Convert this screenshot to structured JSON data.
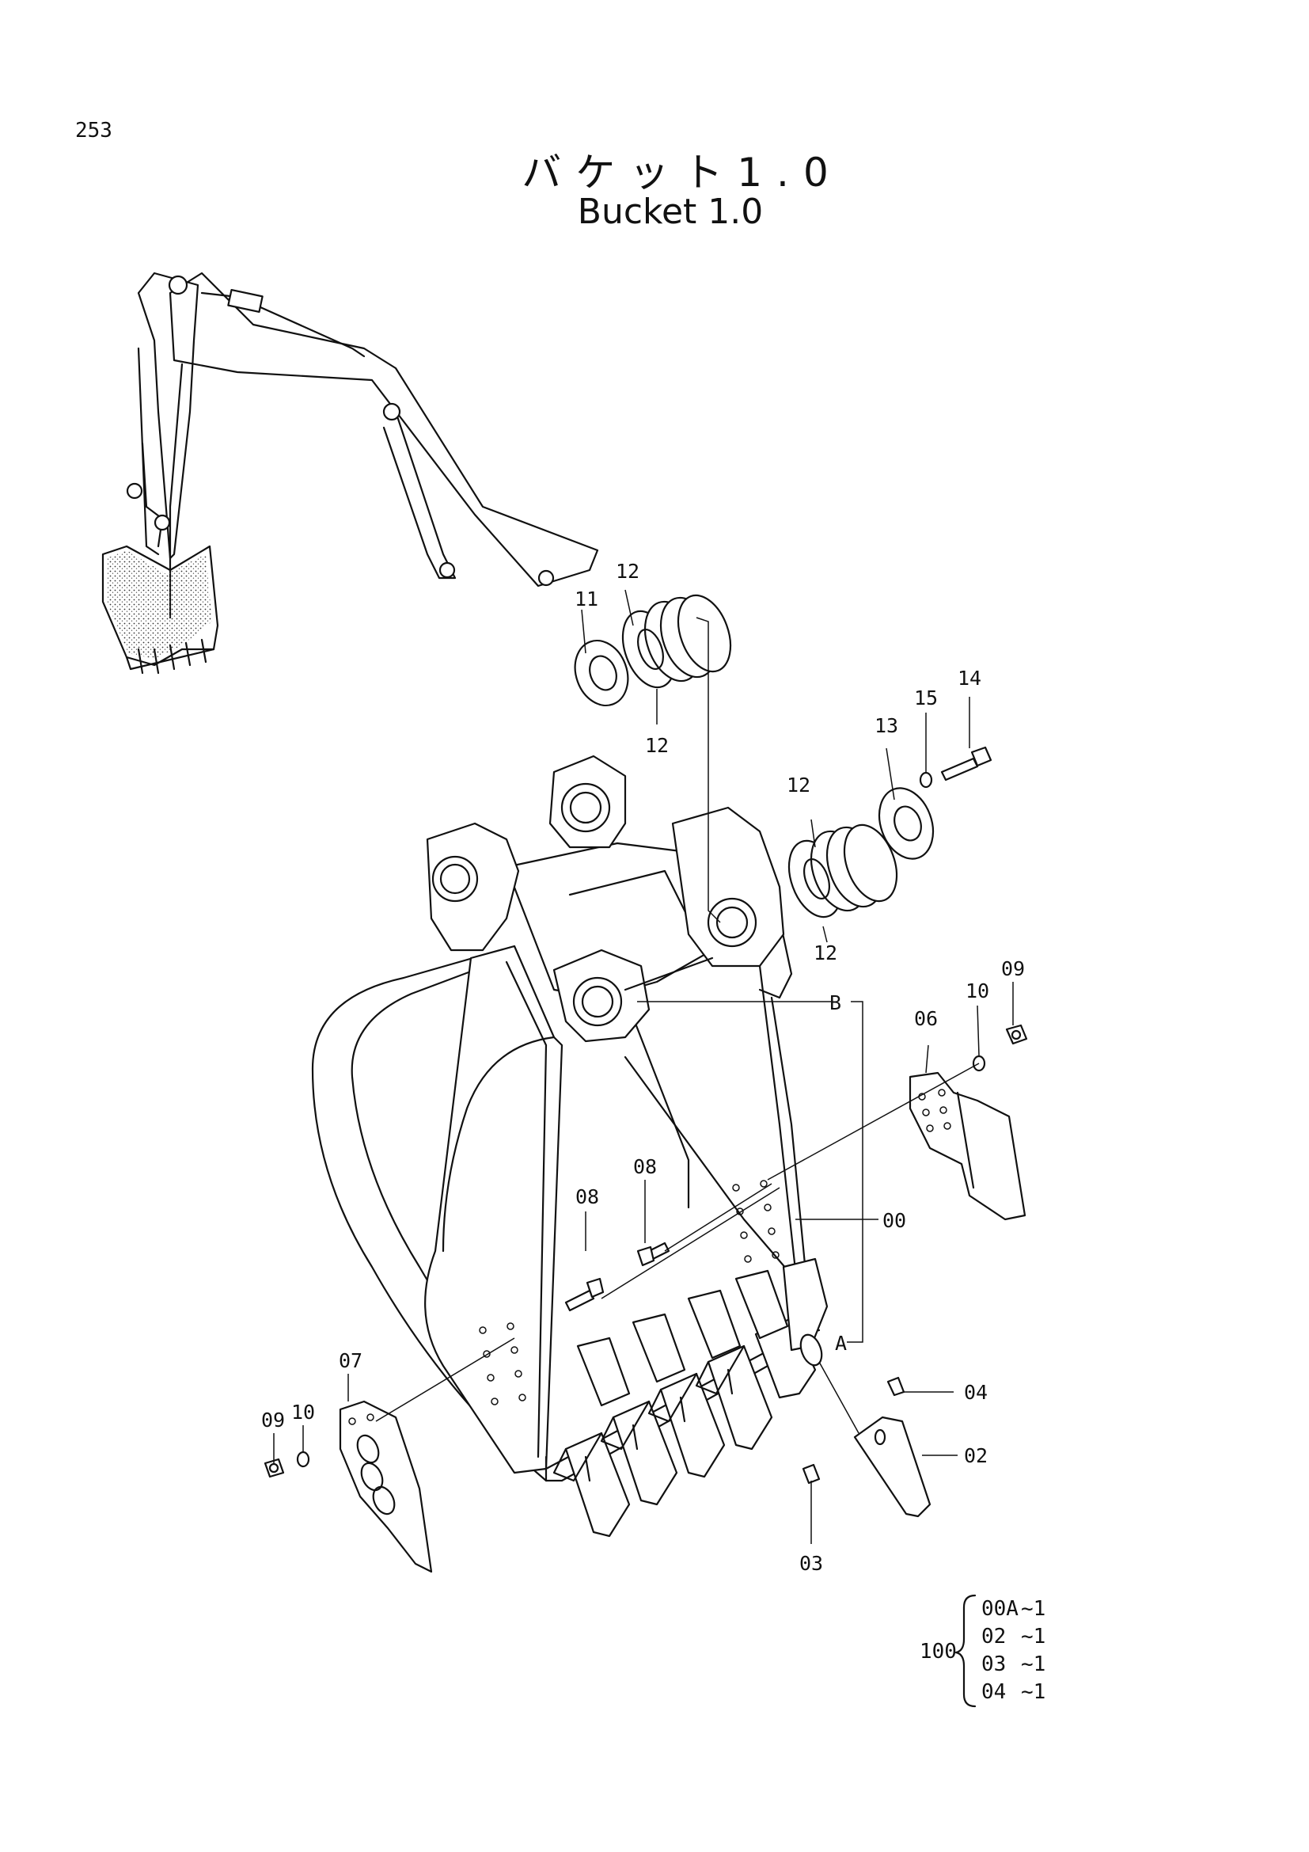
{
  "page_number": "253",
  "title_ja": "バケット1.0",
  "title_en": "Bucket 1.0",
  "callouts": {
    "p11": "11",
    "p12a": "12",
    "p12b": "12",
    "p12c": "12",
    "p12d": "12",
    "p13": "13",
    "p14": "14",
    "p15": "15",
    "p09a": "09",
    "p10a": "10",
    "p06": "06",
    "pB": "B",
    "p08a": "08",
    "p08b": "08",
    "p00": "00",
    "pA": "A",
    "p07": "07",
    "p10b": "10",
    "p09b": "09",
    "p04": "04",
    "p02": "02",
    "p03": "03"
  },
  "kit": {
    "number": "100",
    "lines": [
      {
        "code": "00A",
        "qty": "~1"
      },
      {
        "code": "02",
        "qty": "~1"
      },
      {
        "code": "03",
        "qty": "~1"
      },
      {
        "code": "04",
        "qty": "~1"
      }
    ]
  }
}
